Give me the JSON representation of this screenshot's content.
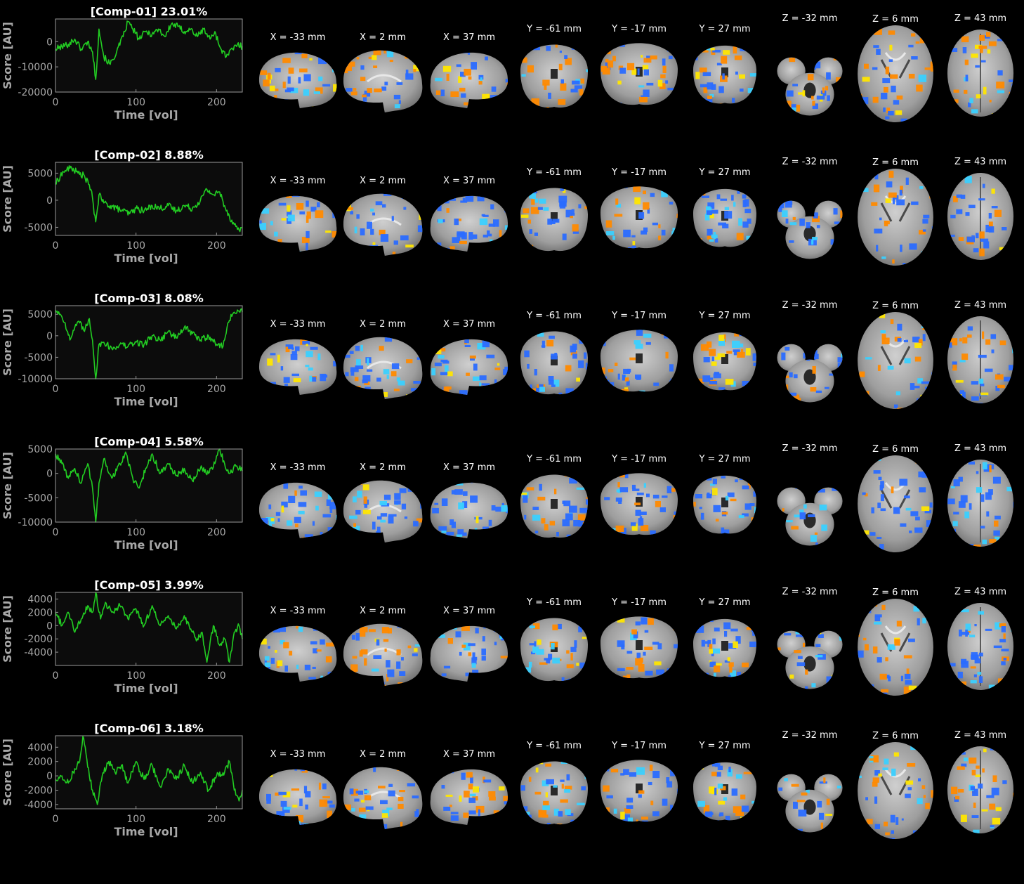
{
  "colors": {
    "background": "#000000",
    "plot_bg": "#0c0c0c",
    "axis": "#9a9a9a",
    "axis_text": "#a8a8a8",
    "title_text": "#ffffff",
    "trace": "#22cc22",
    "positive": "#ff8a00",
    "positive_peak": "#ffe600",
    "negative": "#2a6cff",
    "negative_peak": "#3ad0ff"
  },
  "slice_labels": [
    "X = -33 mm",
    "X = 2 mm",
    "X = 37 mm",
    "Y = -61 mm",
    "Y = -17 mm",
    "Y = 27 mm",
    "Z = -32 mm",
    "Z = 6 mm",
    "Z = 43 mm"
  ],
  "chart_data": [
    {
      "type": "line",
      "title": "[Comp-01] 23.01%",
      "xlabel": "Time [vol]",
      "ylabel": "Score [AU]",
      "xlim": [
        0,
        232
      ],
      "ylim": [
        -20000,
        9000
      ],
      "xticks": [
        0,
        100,
        200
      ],
      "yticks": [
        0,
        -10000,
        -20000
      ],
      "xtick_labels": [
        "0",
        "100",
        "200"
      ],
      "ytick_labels": [
        "0",
        "-10000",
        "-20000"
      ],
      "series": [
        {
          "x": [
            0,
            8,
            16,
            24,
            32,
            40,
            46,
            50,
            54,
            60,
            68,
            76,
            84,
            90,
            96,
            104,
            112,
            120,
            128,
            136,
            144,
            152,
            160,
            168,
            176,
            184,
            192,
            198,
            204,
            212,
            220,
            226,
            232
          ],
          "y": [
            -3000,
            -2000,
            -1000,
            1000,
            -3000,
            0,
            -4000,
            -15000,
            5000,
            -6000,
            -9000,
            -4000,
            2000,
            8000,
            5000,
            1000,
            4000,
            3000,
            5000,
            2000,
            7000,
            6000,
            4000,
            5000,
            2000,
            5000,
            1000,
            4000,
            -2000,
            -6000,
            -3000,
            -1000,
            -2000
          ]
        }
      ]
    },
    {
      "type": "line",
      "title": "[Comp-02] 8.88%",
      "xlabel": "Time [vol]",
      "ylabel": "Score [AU]",
      "xlim": [
        0,
        232
      ],
      "ylim": [
        -6500,
        7000
      ],
      "xticks": [
        0,
        100,
        200
      ],
      "yticks": [
        5000,
        0,
        -5000
      ],
      "xtick_labels": [
        "0",
        "100",
        "200"
      ],
      "ytick_labels": [
        "5000",
        "0",
        "-5000"
      ],
      "series": [
        {
          "x": [
            0,
            6,
            12,
            20,
            28,
            36,
            44,
            50,
            54,
            60,
            68,
            76,
            84,
            92,
            100,
            110,
            120,
            130,
            140,
            150,
            160,
            170,
            180,
            188,
            196,
            204,
            210,
            216,
            222,
            228,
            232
          ],
          "y": [
            3000,
            4500,
            5500,
            6000,
            5000,
            4500,
            2000,
            -4000,
            1000,
            -500,
            -1000,
            -1500,
            -2000,
            -2500,
            -1500,
            -2000,
            -1000,
            -1500,
            -1000,
            -2000,
            -1000,
            -1500,
            0,
            2000,
            1000,
            1500,
            -1000,
            -3000,
            -4500,
            -5500,
            -5000
          ]
        }
      ]
    },
    {
      "type": "line",
      "title": "[Comp-03] 8.08%",
      "xlabel": "Time [vol]",
      "ylabel": "Score [AU]",
      "xlim": [
        0,
        232
      ],
      "ylim": [
        -10000,
        7000
      ],
      "xticks": [
        0,
        100,
        200
      ],
      "yticks": [
        5000,
        0,
        -5000,
        -10000
      ],
      "xtick_labels": [
        "0",
        "100",
        "200"
      ],
      "ytick_labels": [
        "5000",
        "0",
        "-5000",
        "-10000"
      ],
      "series": [
        {
          "x": [
            0,
            6,
            12,
            18,
            24,
            30,
            36,
            42,
            46,
            50,
            54,
            60,
            70,
            80,
            90,
            100,
            110,
            120,
            130,
            140,
            150,
            160,
            170,
            180,
            190,
            200,
            208,
            214,
            220,
            226,
            232
          ],
          "y": [
            6000,
            5000,
            3000,
            -1000,
            2000,
            3000,
            1000,
            4000,
            -1000,
            -10000,
            -2000,
            -1500,
            -3000,
            -2000,
            -2500,
            -1500,
            -2000,
            0,
            -1000,
            1000,
            -500,
            2000,
            500,
            -1000,
            0,
            -2000,
            -2500,
            3000,
            5000,
            6000,
            5500
          ]
        }
      ]
    },
    {
      "type": "line",
      "title": "[Comp-04] 5.58%",
      "xlabel": "Time [vol]",
      "ylabel": "Score [AU]",
      "xlim": [
        0,
        232
      ],
      "ylim": [
        -10000,
        5000
      ],
      "xticks": [
        0,
        100,
        200
      ],
      "yticks": [
        5000,
        0,
        -5000,
        -10000
      ],
      "xtick_labels": [
        "0",
        "100",
        "200"
      ],
      "ytick_labels": [
        "5000",
        "0",
        "-5000",
        "-10000"
      ],
      "series": [
        {
          "x": [
            0,
            8,
            16,
            24,
            32,
            40,
            46,
            50,
            54,
            60,
            70,
            80,
            88,
            96,
            104,
            112,
            120,
            130,
            140,
            150,
            160,
            170,
            180,
            190,
            198,
            204,
            210,
            216,
            224,
            232
          ],
          "y": [
            4000,
            2000,
            -1000,
            1000,
            -2000,
            2000,
            -3000,
            -10000,
            -2000,
            3000,
            -1000,
            2000,
            4000,
            -1000,
            -3000,
            1000,
            4000,
            0,
            2000,
            -500,
            1000,
            -1500,
            1000,
            0,
            2000,
            5000,
            2000,
            0,
            1500,
            500
          ]
        }
      ]
    },
    {
      "type": "line",
      "title": "[Comp-05] 3.99%",
      "xlabel": "Time [vol]",
      "ylabel": "Score [AU]",
      "xlim": [
        0,
        232
      ],
      "ylim": [
        -6000,
        5000
      ],
      "xticks": [
        0,
        100,
        200
      ],
      "yticks": [
        4000,
        2000,
        0,
        -2000,
        -4000
      ],
      "xtick_labels": [
        "0",
        "100",
        "200"
      ],
      "ytick_labels": [
        "4000",
        "2000",
        "0",
        "-2000",
        "-4000"
      ],
      "series": [
        {
          "x": [
            0,
            8,
            16,
            24,
            32,
            40,
            46,
            50,
            56,
            62,
            70,
            80,
            90,
            100,
            110,
            120,
            130,
            140,
            150,
            160,
            170,
            176,
            182,
            188,
            196,
            204,
            210,
            216,
            222,
            228,
            232
          ],
          "y": [
            2000,
            0,
            2000,
            -1000,
            1000,
            3000,
            2000,
            5000,
            1000,
            3500,
            2000,
            3000,
            1000,
            2500,
            0,
            3000,
            0,
            1500,
            -500,
            1500,
            -1000,
            -2000,
            -1000,
            -5500,
            0,
            -3000,
            -2000,
            -5500,
            -1000,
            0,
            -2000
          ]
        }
      ]
    },
    {
      "type": "line",
      "title": "[Comp-06] 3.18%",
      "xlabel": "Time [vol]",
      "ylabel": "Score [AU]",
      "xlim": [
        0,
        232
      ],
      "ylim": [
        -4600,
        5600
      ],
      "xticks": [
        0,
        100,
        200
      ],
      "yticks": [
        4000,
        2000,
        0,
        -2000,
        -4000
      ],
      "xtick_labels": [
        "0",
        "100",
        "200"
      ],
      "ytick_labels": [
        "4000",
        "2000",
        "0",
        "-2000",
        "-4000"
      ],
      "series": [
        {
          "x": [
            0,
            8,
            16,
            24,
            30,
            34,
            38,
            42,
            46,
            52,
            58,
            66,
            74,
            82,
            90,
            100,
            110,
            120,
            130,
            140,
            150,
            160,
            170,
            180,
            190,
            200,
            210,
            216,
            222,
            228,
            232
          ],
          "y": [
            -500,
            0,
            -1000,
            1000,
            2000,
            5500,
            3000,
            0,
            -2000,
            -4000,
            0,
            2000,
            500,
            1500,
            -1000,
            2000,
            -500,
            1500,
            -1500,
            1000,
            -500,
            1500,
            -1000,
            500,
            -2000,
            0,
            500,
            2000,
            -2000,
            -3500,
            -2000
          ]
        }
      ]
    }
  ]
}
